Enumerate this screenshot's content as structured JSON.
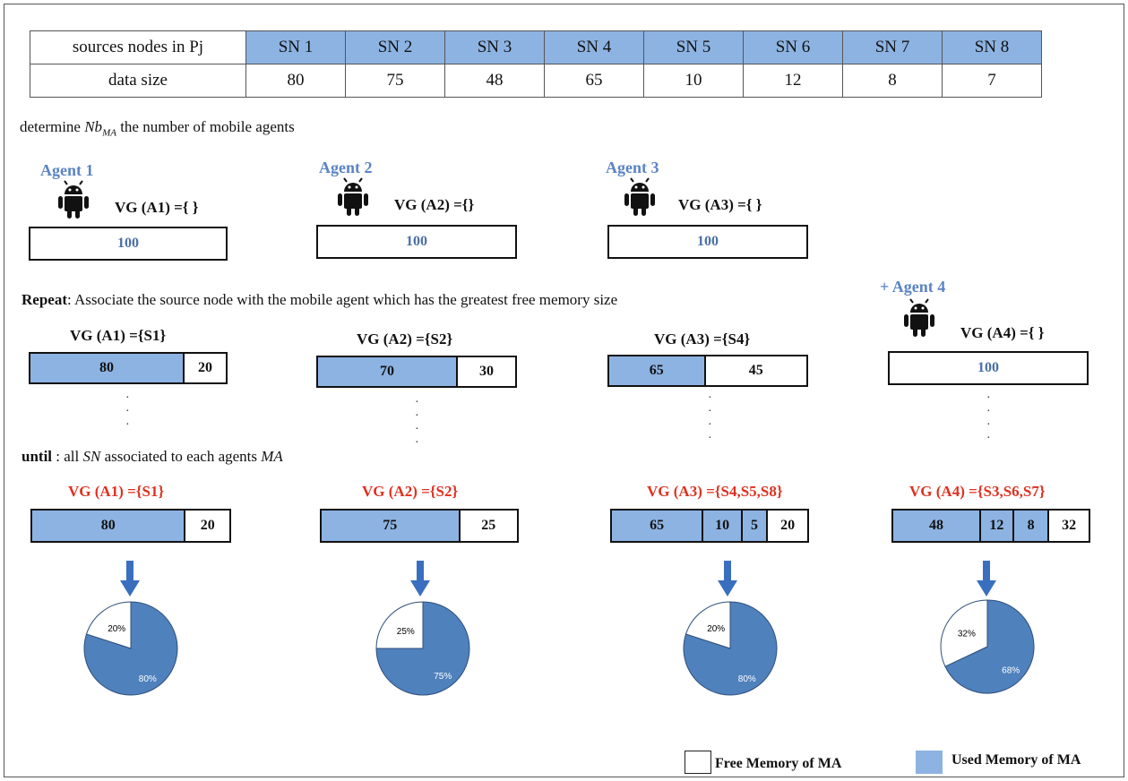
{
  "table": {
    "row_header_1": "sources nodes in Pj",
    "row_header_2": "data size",
    "nodes": [
      "SN 1",
      "SN 2",
      "SN 3",
      "SN 4",
      "SN 5",
      "SN 6",
      "SN 7",
      "SN 8"
    ],
    "sizes": [
      "80",
      "75",
      "48",
      "65",
      "10",
      "12",
      "8",
      "7"
    ]
  },
  "step1": {
    "text_pre": "determine",
    "nb": "Nb",
    "nb_sub": "MA",
    "text_post": "the number of mobile agents"
  },
  "agents_initial": [
    {
      "title": "Agent 1",
      "vg": "VG (A1) ={ }",
      "value": "100"
    },
    {
      "title": "Agent  2",
      "vg": "VG (A2) ={}",
      "value": "100"
    },
    {
      "title": "Agent 3",
      "vg": "VG (A3) ={ }",
      "value": "100"
    }
  ],
  "agent4": {
    "title": "+ Agent 4",
    "vg": "VG (A4) ={ }",
    "value": "100"
  },
  "repeat": {
    "keyword": "Repeat",
    "text": ": Associate  the  source  node  with  the  mobile  agent  which  has  the  greatest  free  memory  size"
  },
  "repeat_bars": [
    {
      "vg": "VG (A1) ={S1}",
      "used": "80",
      "free": "20",
      "used_frac": 0.8
    },
    {
      "vg": "VG (A2) ={S2}",
      "used": "70",
      "free": "30",
      "used_frac": 0.7
    },
    {
      "vg": "VG (A3) ={S4}",
      "used": "65",
      "free": "45",
      "used_frac": 0.5
    }
  ],
  "until": {
    "keyword": "until",
    "text_pre": ": all",
    "sn": "SN",
    "text_mid": "associated  to each agents",
    "ma": "MA"
  },
  "final": [
    {
      "vg": "VG (A1) ={S1}",
      "segments": [
        "80",
        "20"
      ]
    },
    {
      "vg": "VG (A2) ={S2}",
      "segments": [
        "75",
        "25"
      ]
    },
    {
      "vg": "VG (A3) ={S4,S5,S8}",
      "segments": [
        "65",
        "10",
        "5",
        "20"
      ]
    },
    {
      "vg": "VG (A4) ={S3,S6,S7}",
      "segments": [
        "48",
        "12",
        "8",
        "32"
      ]
    }
  ],
  "pies": [
    {
      "free_label": "20%",
      "used_label": "80%",
      "used": 0.8
    },
    {
      "free_label": "25%",
      "used_label": "75%",
      "used": 0.75
    },
    {
      "free_label": "20%",
      "used_label": "80%",
      "used": 0.8
    },
    {
      "free_label": "32%",
      "used_label": "68%",
      "used": 0.68
    }
  ],
  "legend": {
    "free": "Free Memory  of MA",
    "used": "Used Memory  of MA"
  },
  "colors": {
    "used_fill": "#8db3e2",
    "pie_used": "#4f81bd",
    "arrow": "#3a6fc0",
    "red_text": "#e03020",
    "agent_blue": "#5b84c4"
  },
  "icons": {
    "agent": "android-robot-icon",
    "arrow": "down-arrow-icon"
  }
}
